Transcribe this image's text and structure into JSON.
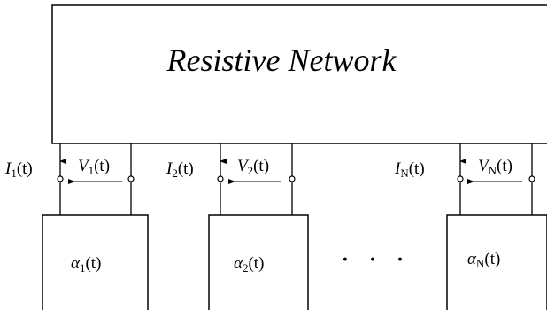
{
  "network": {
    "title": "Resistive Network"
  },
  "ports": [
    {
      "current": {
        "sym": "I",
        "sub": "1",
        "arg": "(t)"
      },
      "voltage": {
        "sym": "V",
        "sub": "1",
        "arg": "(t)"
      },
      "element": {
        "sym": "α",
        "sub": "1",
        "arg": "(t)"
      }
    },
    {
      "current": {
        "sym": "I",
        "sub": "2",
        "arg": "(t)"
      },
      "voltage": {
        "sym": "V",
        "sub": "2",
        "arg": "(t)"
      },
      "element": {
        "sym": "α",
        "sub": "2",
        "arg": "(t)"
      }
    },
    {
      "current": {
        "sym": "I",
        "sub": "N",
        "arg": "(t)"
      },
      "voltage": {
        "sym": "V",
        "sub": "N",
        "arg": "(t)"
      },
      "element": {
        "sym": "α",
        "sub": "N",
        "arg": "(t)"
      }
    }
  ],
  "ellipsis": "· · ·"
}
